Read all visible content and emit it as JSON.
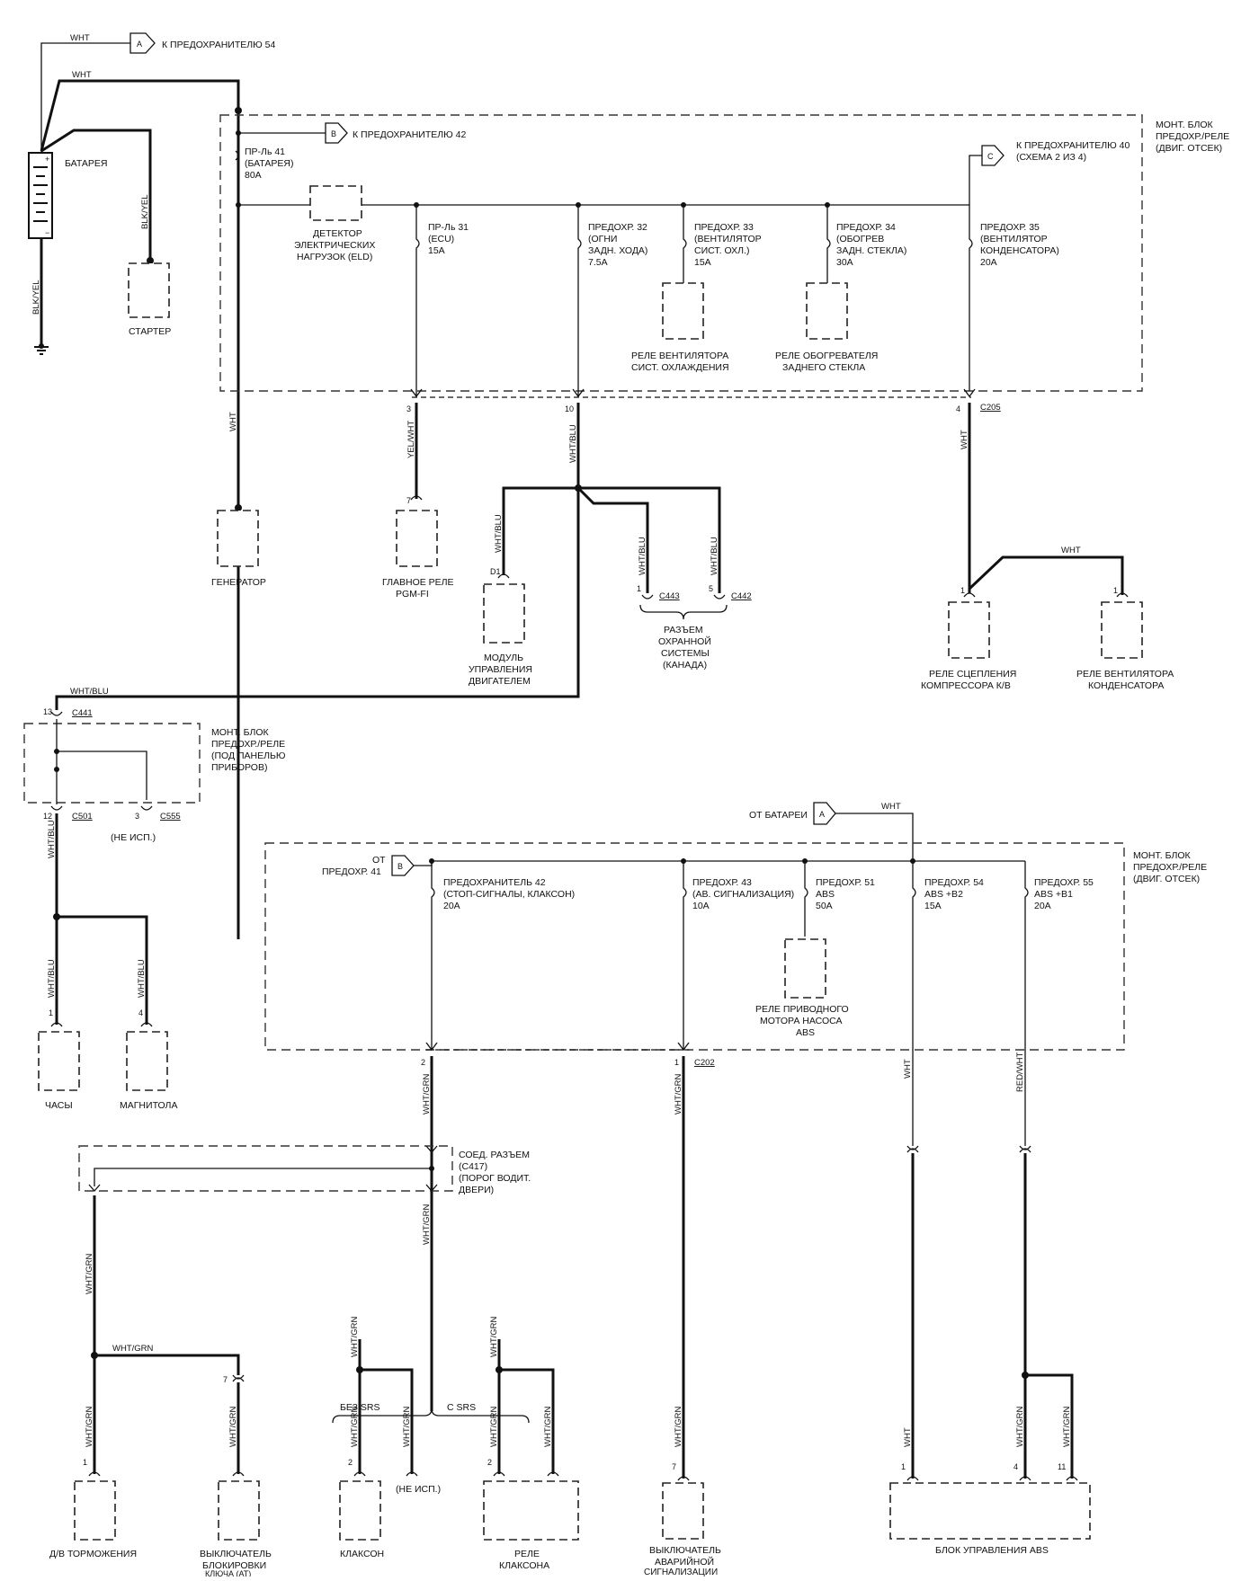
{
  "labels": {
    "to_fuse54": "К ПРЕДОХРАНИТЕЛЮ 54",
    "to_fuse42": "К ПРЕДОХРАНИТЕЛЮ 42",
    "to_fuse40_a": "К ПРЕДОХРАНИТЕЛЮ 40",
    "to_fuse40_b": "(СХЕМА 2 ИЗ 4)",
    "battery": "БАТАРЕЯ",
    "starter": "СТАРТЕР",
    "eng_box_1": "МОНТ. БЛОК",
    "eng_box_2": "ПРЕДОХР./РЕЛЕ",
    "eng_box_3": "(ДВИГ. ОТСЕК)",
    "fuse41_1": "ПР-Ль 41",
    "fuse41_2": "(БАТАРЕЯ)",
    "fuse41_3": "80A",
    "eld_1": "ДЕТЕКТОР",
    "eld_2": "ЭЛЕКТРИЧЕСКИХ",
    "eld_3": "НАГРУЗОК (ELD)",
    "fuse31_1": "ПР-Ль 31",
    "fuse31_2": "(ECU)",
    "fuse31_3": "15A",
    "fuse32_1": "ПРЕДОХР. 32",
    "fuse32_2": "(ОГНИ",
    "fuse32_3": "ЗАДН. ХОДА)",
    "fuse32_4": "7.5A",
    "fuse33_1": "ПРЕДОХР. 33",
    "fuse33_2": "(ВЕНТИЛЯТОР",
    "fuse33_3": "СИСТ. ОХЛ.)",
    "fuse33_4": "15A",
    "fuse34_1": "ПРЕДОХР. 34",
    "fuse34_2": "(ОБОГРЕВ",
    "fuse34_3": "ЗАДН. СТЕКЛА)",
    "fuse34_4": "30A",
    "fuse35_1": "ПРЕДОХР. 35",
    "fuse35_2": "(ВЕНТИЛЯТОР",
    "fuse35_3": "КОНДЕНСАТОРА)",
    "fuse35_4": "20A",
    "fan_relay_1": "РЕЛЕ ВЕНТИЛЯТОРА",
    "fan_relay_2": "СИСТ. ОХЛАЖДЕНИЯ",
    "defrost_relay_1": "РЕЛЕ ОБОГРЕВАТЕЛЯ",
    "defrost_relay_2": "ЗАДНЕГО СТЕКЛА",
    "c205": "C205",
    "generator": "ГЕНЕРАТОР",
    "main_relay_1": "ГЛАВНОЕ РЕЛЕ",
    "main_relay_2": "PGM-FI",
    "ecm_1": "МОДУЛЬ",
    "ecm_2": "УПРАВЛЕНИЯ",
    "ecm_3": "ДВИГАТЕЛЕМ",
    "alarm_1": "РАЗЪЕМ",
    "alarm_2": "ОХРАННОЙ",
    "alarm_3": "СИСТЕМЫ",
    "alarm_4": "(КАНАДА)",
    "c443": "C443",
    "c442": "C442",
    "ac_relay_1": "РЕЛЕ СЦЕПЛЕНИЯ",
    "ac_relay_2": "КОМПРЕССОРА К/В",
    "cond_relay_1": "РЕЛЕ ВЕНТИЛЯТОРА",
    "cond_relay_2": "КОНДЕНСАТОРА",
    "dash_box_1": "МОНТ. БЛОК",
    "dash_box_2": "ПРЕДОХР./РЕЛЕ",
    "dash_box_3": "(ПОД ПАНЕЛЬЮ",
    "dash_box_4": "ПРИБОРОВ)",
    "c441": "C441",
    "c501": "C501",
    "c555": "C555",
    "not_used": "(НЕ ИСП.)",
    "clock": "ЧАСЫ",
    "radio": "МАГНИТОЛА",
    "from_battery": "ОТ БАТАРЕИ",
    "from_fuse41_1": "ОТ",
    "from_fuse41_2": "ПРЕДОХР. 41",
    "fuse42_1": "ПРЕДОХРАНИТЕЛЬ 42",
    "fuse42_2": "(СТОП-СИГНАЛЫ, КЛАКСОН)",
    "fuse42_3": "20A",
    "fuse43_1": "ПРЕДОХР. 43",
    "fuse43_2": "(АВ. СИГНАЛИЗАЦИЯ)",
    "fuse43_3": "10A",
    "fuse51_1": "ПРЕДОХР. 51",
    "fuse51_2": "ABS",
    "fuse51_3": "50A",
    "fuse54_1": "ПРЕДОХР. 54",
    "fuse54_2": "ABS +B2",
    "fuse54_3": "15A",
    "fuse55_1": "ПРЕДОХР. 55",
    "fuse55_2": "ABS +B1",
    "fuse55_3": "20A",
    "abs_relay_1": "РЕЛЕ ПРИВОДНОГО",
    "abs_relay_2": "МОТОРА НАСОСА",
    "abs_relay_3": "ABS",
    "c202": "C202",
    "c417_1": "СОЕД. РАЗЪЕМ",
    "c417_2": "(C417)",
    "c417_3": "(ПОРОГ ВОДИТ.",
    "c417_4": "ДВЕРИ)",
    "no_srs": "БЕЗ SRS",
    "with_srs": "С SRS",
    "brake_sw": "Д/В ТОРМОЖЕНИЯ",
    "key_sw_1": "ВЫКЛЮЧАТЕЛЬ",
    "key_sw_2": "БЛОКИРОВКИ",
    "key_sw_3": "КЛЮЧА (AT)",
    "horn": "КЛАКСОН",
    "horn_relay_1": "РЕЛЕ",
    "horn_relay_2": "КЛАКСОНА",
    "hazard_1": "ВЫКЛЮЧАТЕЛЬ",
    "hazard_2": "АВАРИЙНОЙ",
    "hazard_3": "СИГНАЛИЗАЦИИ",
    "abs_unit": "БЛОК УПРАВЛЕНИЯ ABS"
  },
  "flags": {
    "a": "A",
    "b": "B",
    "c": "C"
  },
  "wires": {
    "wht": "WHT",
    "blk_yel": "BLK/YEL",
    "yel_wht": "YEL/WHT",
    "wht_blu": "WHT/BLU",
    "wht_grn": "WHT/GRN",
    "red_wht": "RED/WHT"
  },
  "pins": {
    "p1": "1",
    "p2": "2",
    "p3": "3",
    "p4": "4",
    "p5": "5",
    "p7": "7",
    "p10": "10",
    "p11": "11",
    "p12": "12",
    "p13": "13",
    "d1": "D1"
  }
}
